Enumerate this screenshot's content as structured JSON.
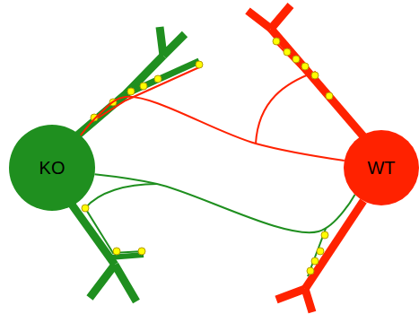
{
  "diagram": {
    "nodes": [
      {
        "text": [
          "KO"
        ]
      },
      {
        "text": [
          "WT"
        ]
      }
    ],
    "edges": [
      {
        "from": 1,
        "to": 0,
        "arrow": "none"
      },
      {
        "from": 0,
        "to": 1,
        "arrow": "none"
      }
    ]
  }
}
